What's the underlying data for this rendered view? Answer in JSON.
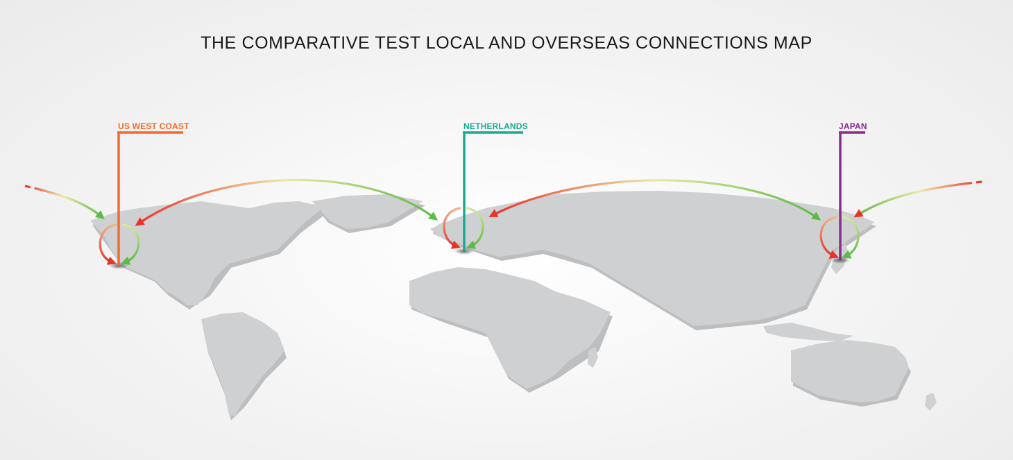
{
  "title": "THE COMPARATIVE TEST LOCAL AND OVERSEAS CONNECTIONS MAP",
  "locations": [
    {
      "id": "us",
      "label": "US WEST COAST",
      "color": "#f26a2e"
    },
    {
      "id": "nl",
      "label": "NETHERLANDS",
      "color": "#1aab8f"
    },
    {
      "id": "jp",
      "label": "JAPAN",
      "color": "#8b2a8f"
    }
  ],
  "arrow_colors": {
    "start": "#e8332a",
    "mid": "#e8e6a0",
    "end": "#5dbb46"
  },
  "land_color": "#cfd0d2"
}
